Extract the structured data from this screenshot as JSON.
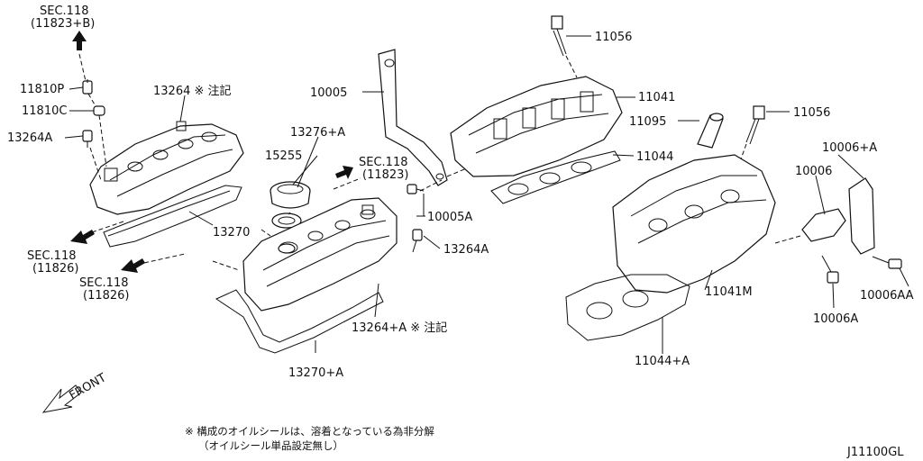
{
  "labels": {
    "sec118_b_1": "SEC.118",
    "sec118_b_2": "(11823+B)",
    "p11810P": "11810P",
    "p11810C": "11810C",
    "p13264A_left": "13264A",
    "p13264_note": "13264 ※ 注記",
    "sec118_l1_1": "SEC.118",
    "sec118_l1_2": "(11826)",
    "sec118_l2_1": "SEC.118",
    "sec118_l2_2": "(11826)",
    "p13270": "13270",
    "p13276A": "13276+A",
    "p15255": "15255",
    "sec118_c_1": "SEC.118",
    "sec118_c_2": "(11823)",
    "p10005": "10005",
    "p10005A": "10005A",
    "p13264A_mid": "13264A",
    "p13264pA_note": "13264+A ※ 注記",
    "p13270pA": "13270+A",
    "p11056_top": "11056",
    "p11041": "11041",
    "p11095": "11095",
    "p11044": "11044",
    "p11056_right": "11056",
    "p10006pA": "10006+A",
    "p10006": "10006",
    "p11041M": "11041M",
    "p10006AA": "10006AA",
    "p10006A": "10006A",
    "p11044pA": "11044+A",
    "front": "FRONT"
  },
  "footnote": {
    "line1": "※ 構成のオイルシールは、溶着となっている為非分解",
    "line2": "（オイルシール単品設定無し）"
  },
  "diagram_code": "J11100GL"
}
